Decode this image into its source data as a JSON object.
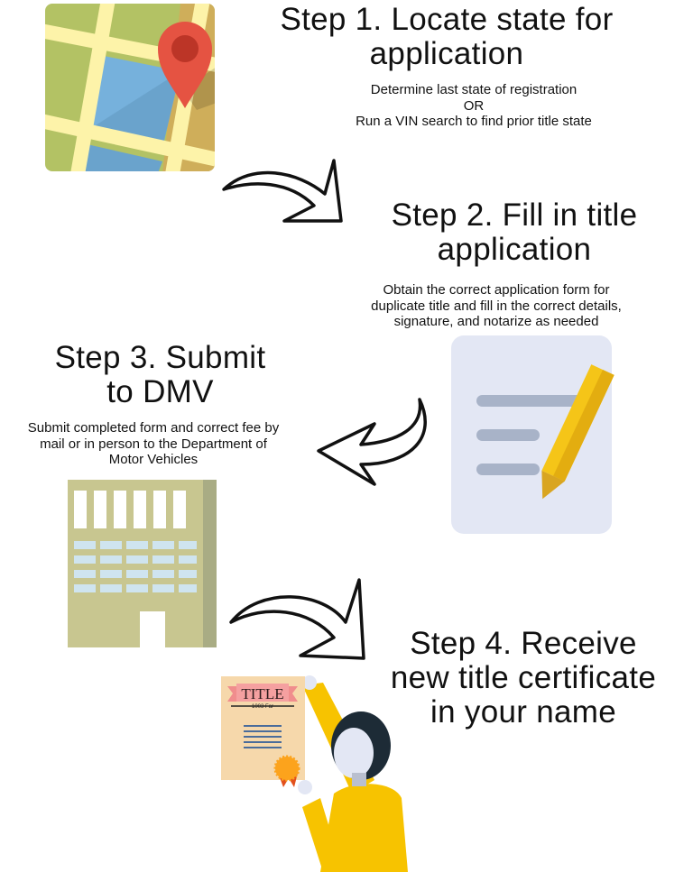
{
  "steps": [
    {
      "title_lines": [
        "Step 1. Locate state for",
        "application"
      ],
      "description_lines": [
        "Determine last state of registration",
        "OR",
        "Run a VIN search to find prior title state"
      ],
      "icon": "map-pin-icon"
    },
    {
      "title_lines": [
        "Step 2. Fill in title",
        "application"
      ],
      "description_lines": [
        "Obtain the correct application form for",
        "duplicate title and fill in the correct details,",
        "signature, and notarize as needed"
      ],
      "icon": "document-pencil-icon"
    },
    {
      "title_lines": [
        "Step 3. Submit",
        "to DMV"
      ],
      "description_lines": [
        "Submit completed form and correct fee  by",
        "mail or in person to the Department of",
        "Motor Vehicles"
      ],
      "icon": "building-icon"
    },
    {
      "title_lines": [
        "Step 4. Receive",
        "new title certificate",
        "in your name"
      ],
      "icon": "title-certificate-icon"
    }
  ],
  "certificate_illustration": {
    "heading": "TITLE",
    "subtext": "1003 Far"
  },
  "colors": {
    "text": "#111111",
    "map_green": "#b3c264",
    "map_blue": "#6aa3cc",
    "pin_red": "#e55342",
    "doc_bg": "#e3e7f4",
    "pencil": "#f5c518",
    "building": "#c8c690",
    "person_yellow": "#f7c300"
  }
}
